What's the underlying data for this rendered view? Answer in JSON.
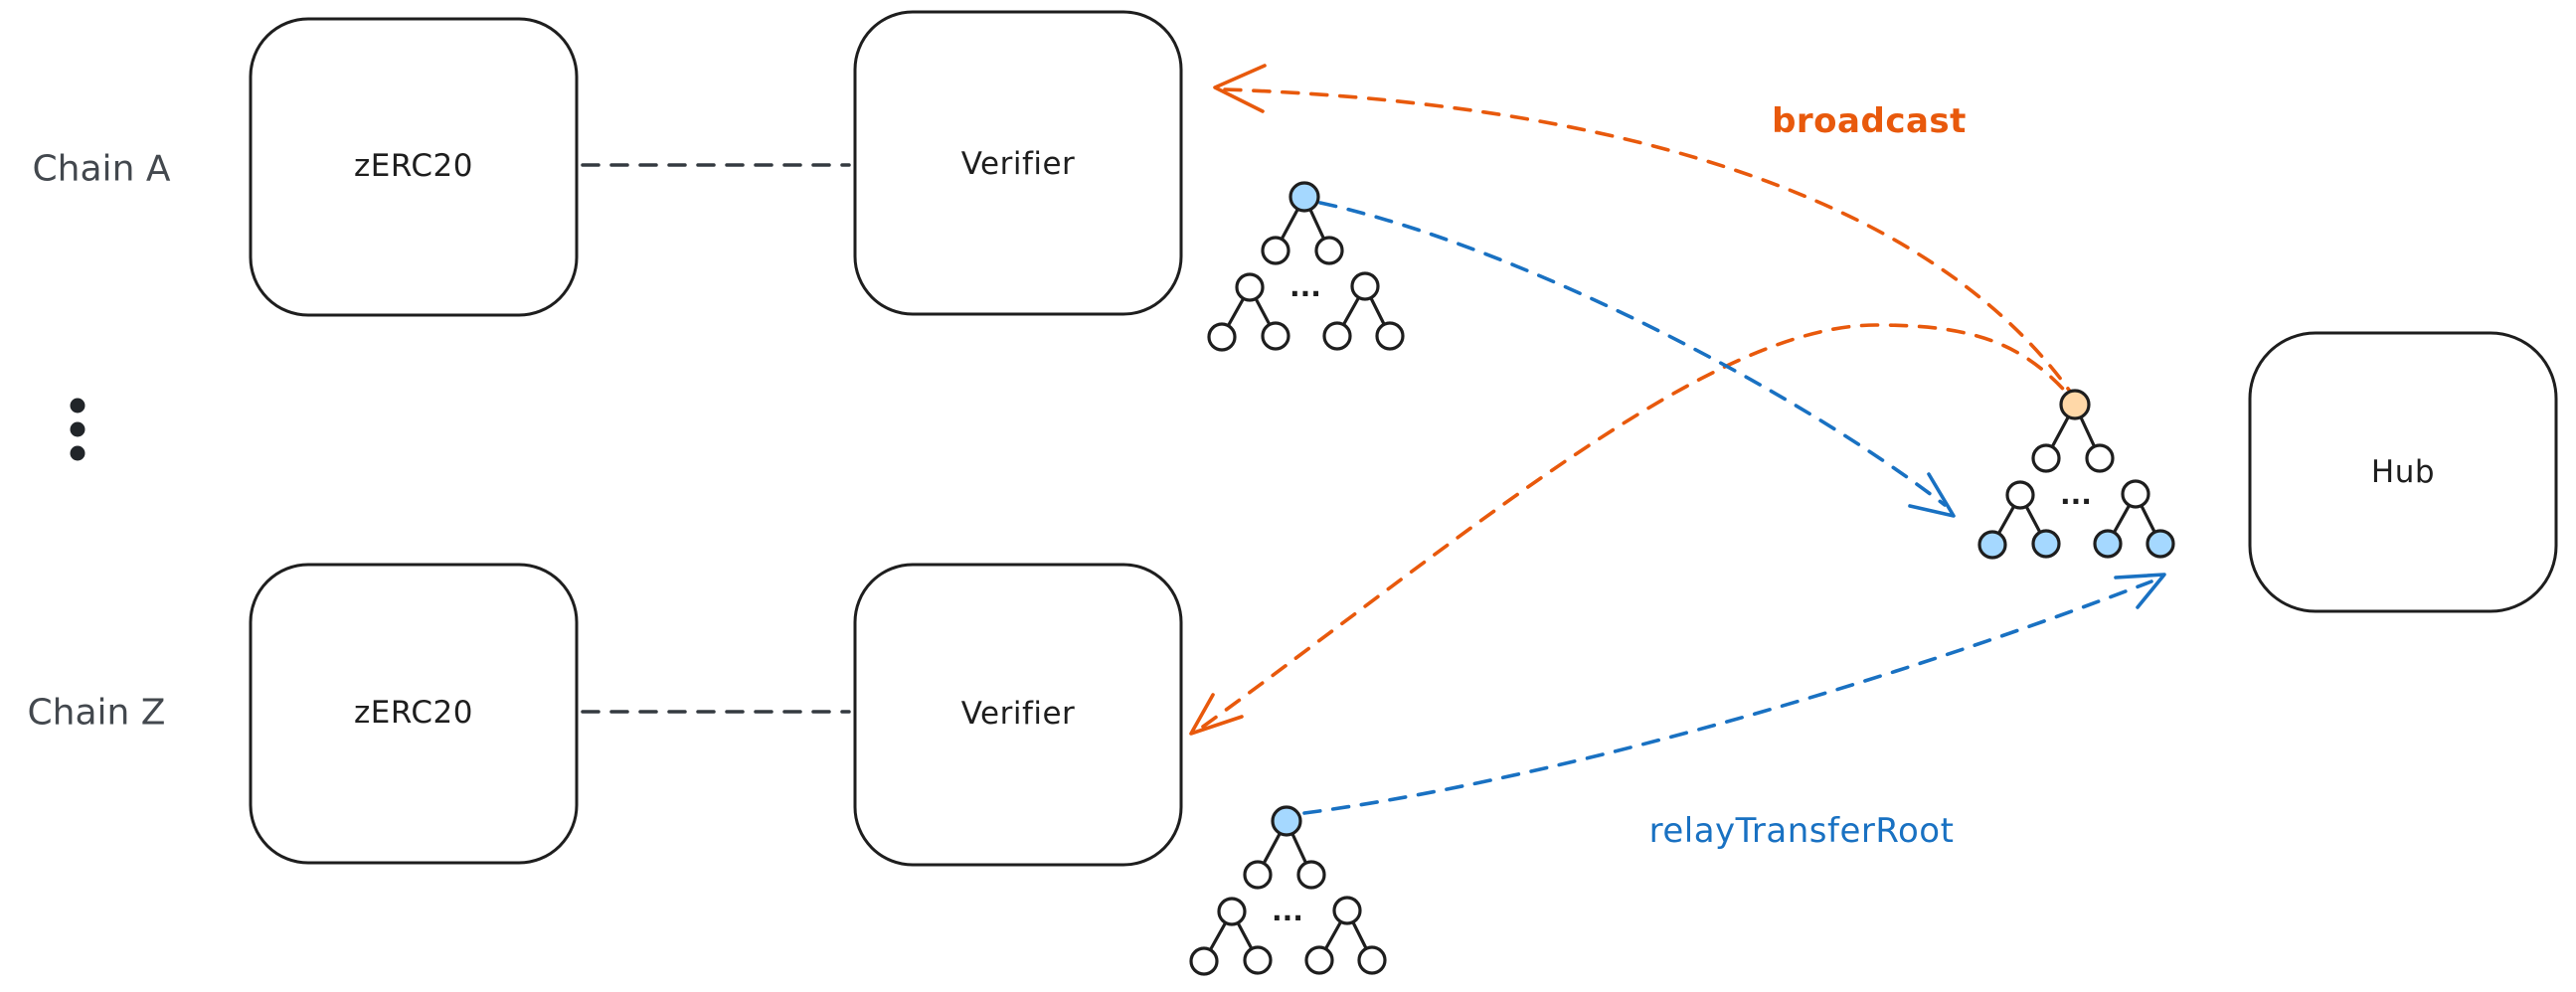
{
  "colors": {
    "ink": "#1e1e1e",
    "chain_label": "#43484e",
    "connector": "#343a40",
    "orange": "#e8590c",
    "blue": "#1971c2",
    "node_blue_fill": "#a5d8ff",
    "node_orange_fill": "#ffd8a8",
    "node_white_fill": "#ffffff",
    "background": "#ffffff"
  },
  "chain_a": {
    "label": "Chain A",
    "zerc20": "zERC20",
    "verifier": "Verifier"
  },
  "chain_z": {
    "label": "Chain Z",
    "zerc20": "zERC20",
    "verifier": "Verifier"
  },
  "hub": {
    "label": "Hub"
  },
  "arrows": {
    "broadcast_label": "broadcast",
    "relay_label": "relayTransferRoot"
  },
  "ellipsis": {
    "tree": "...",
    "vertical_dots": 3
  }
}
